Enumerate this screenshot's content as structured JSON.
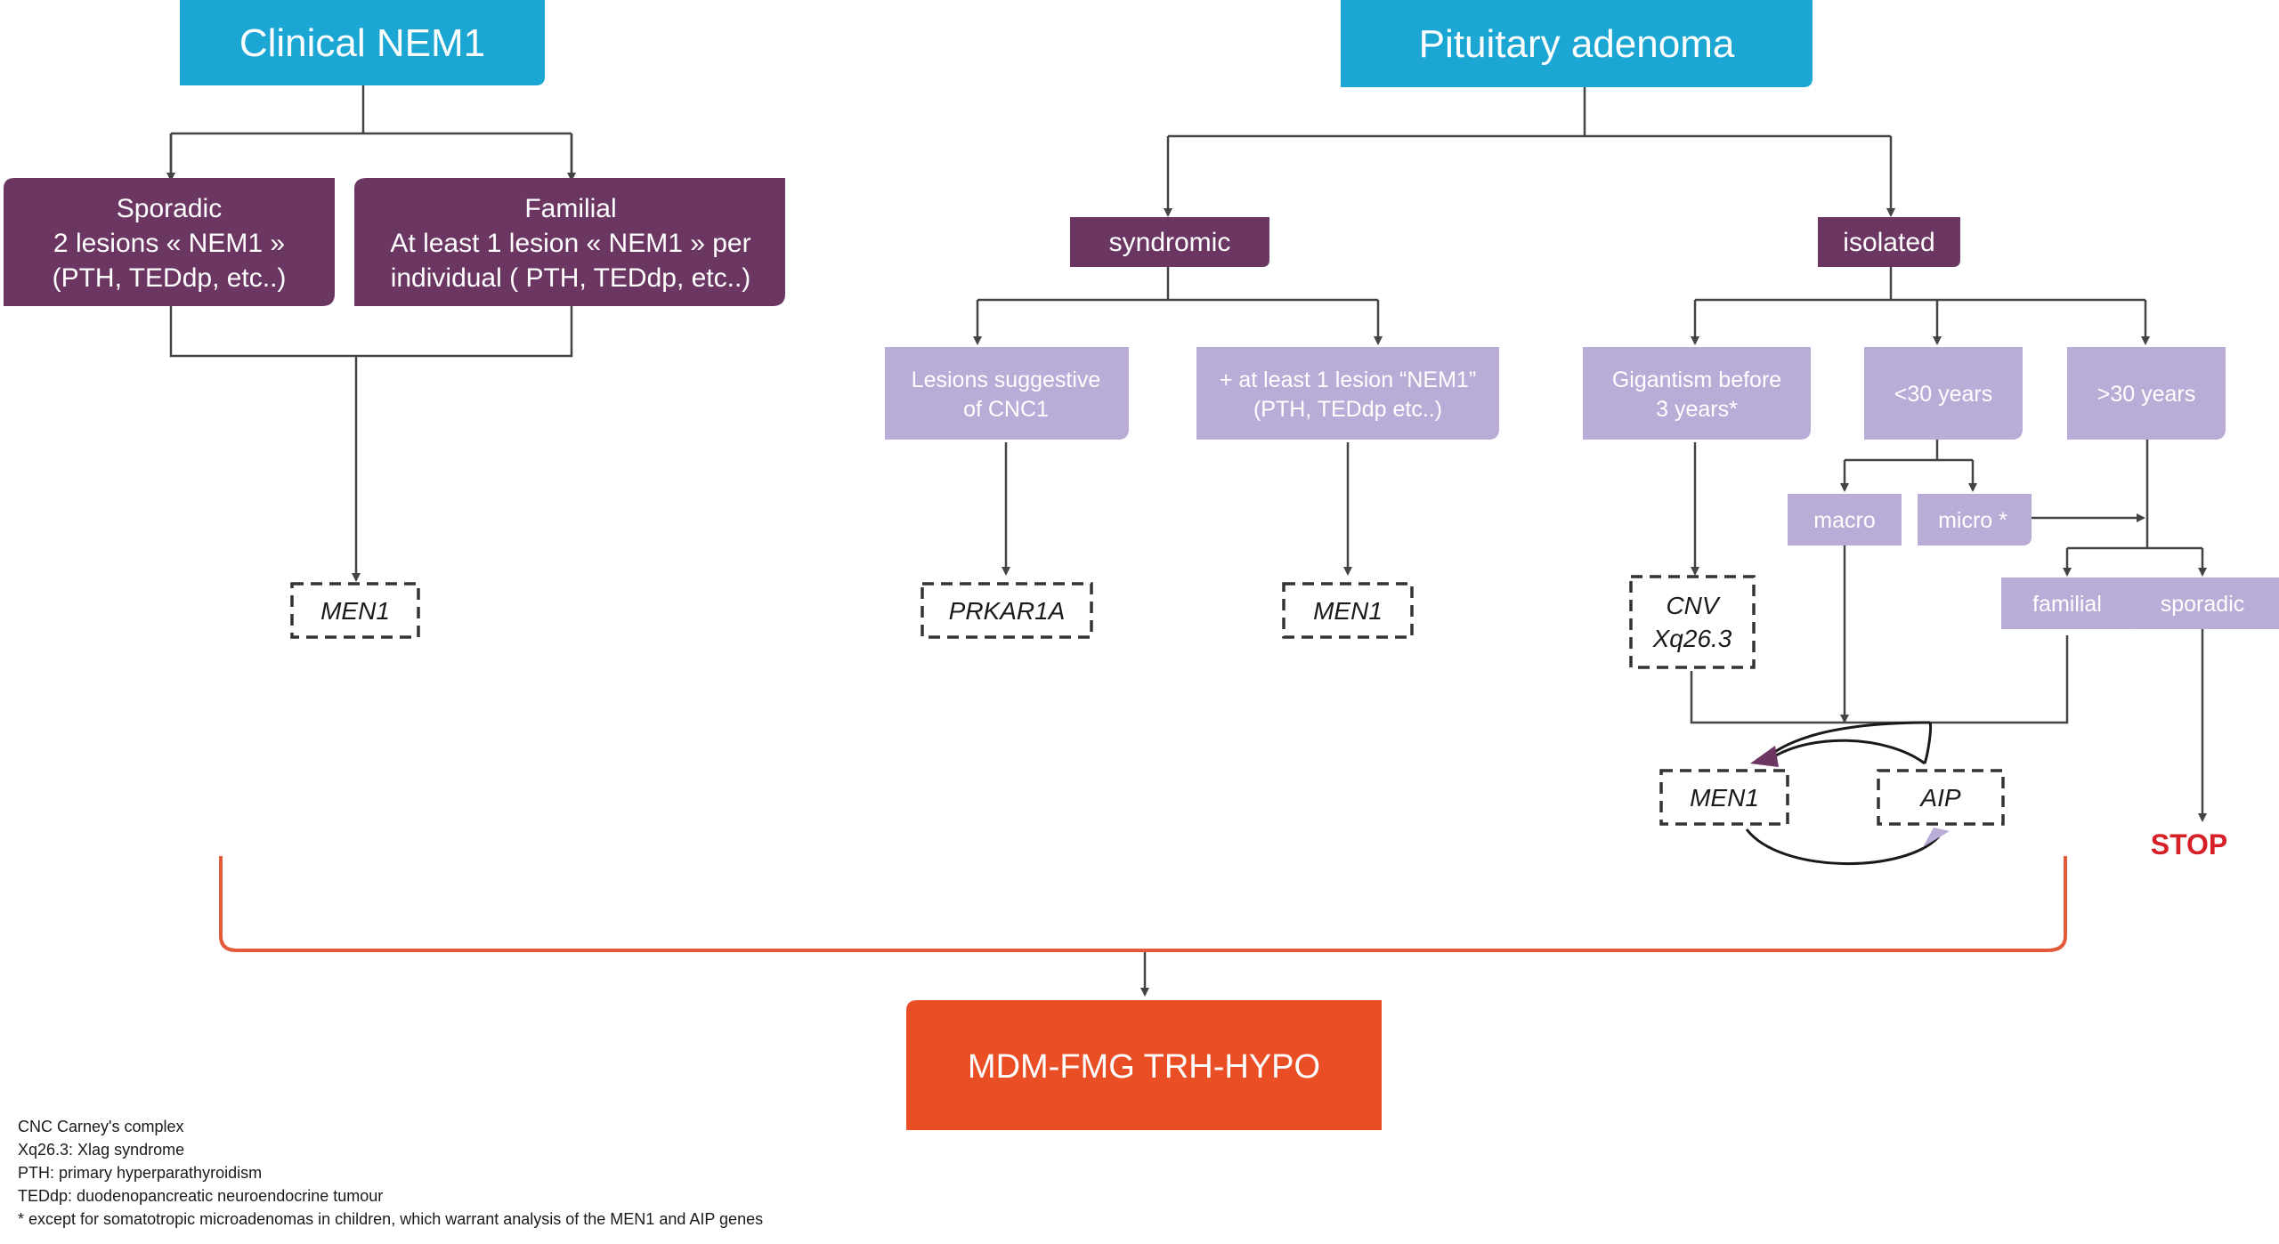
{
  "colors": {
    "header": "#1ba6d4",
    "dark": "#6b3762",
    "light": "#b9acd6",
    "final": "#e94e24",
    "bracket": "#e25a3a",
    "stop": "#d61f26"
  },
  "clinical": {
    "title": "Clinical NEM1",
    "sporadic": [
      "Sporadic",
      "2 lesions « NEM1 »",
      "(PTH, TEDdp, etc..)"
    ],
    "familial": [
      "Familial",
      "At least 1 lesion « NEM1 » per",
      "individual ( PTH, TEDdp, etc..)"
    ],
    "gene": "MEN1"
  },
  "pituitary": {
    "title": "Pituitary adenoma",
    "syndromic": "syndromic",
    "isolated": "isolated",
    "cnc_lesions": [
      "Lesions suggestive",
      "of CNC1"
    ],
    "nem1_lesion": [
      "+ at least 1 lesion “NEM1”",
      "(PTH, TEDdp etc..)"
    ],
    "gigantism": [
      "Gigantism before",
      "3 years*"
    ],
    "under30": "<30 years",
    "over30": ">30 years",
    "macro": "macro",
    "micro": "micro *",
    "familial": "familial",
    "sporadic": "sporadic",
    "gene_prkar1a": "PRKAR1A",
    "gene_men1_syndromic": "MEN1",
    "gene_cnv": [
      "CNV",
      "Xq26.3"
    ],
    "gene_men1_isolated": "MEN1",
    "gene_aip": "AIP",
    "stop": "STOP"
  },
  "final": "MDM-FMG TRH-HYPO",
  "legend": [
    "CNC Carney's complex",
    "Xq26.3: Xlag syndrome",
    "PTH: primary hyperparathyroidism",
    "TEDdp: duodenopancreatic neuroendocrine tumour",
    "* except for somatotropic microadenomas in children, which warrant analysis of the MEN1 and AIP genes"
  ]
}
